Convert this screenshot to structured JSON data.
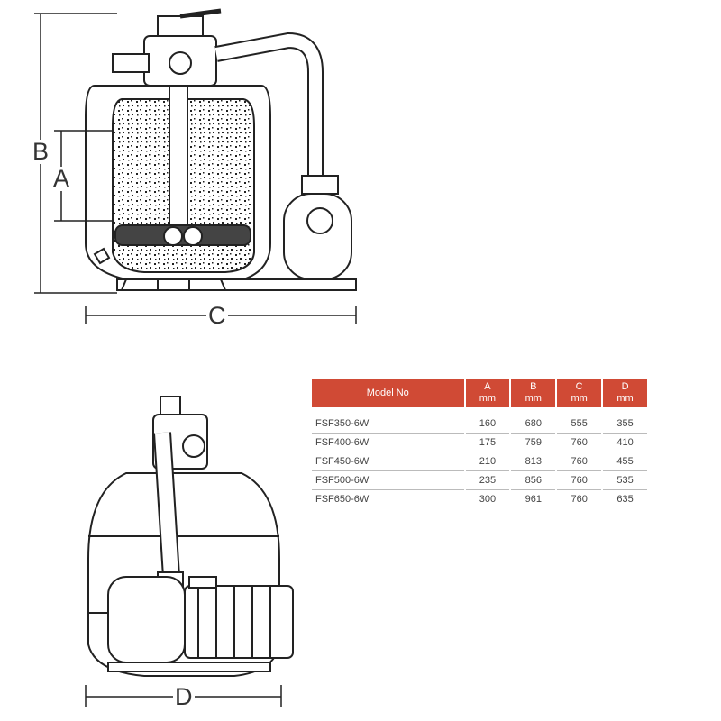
{
  "dimensions": {
    "a": "A",
    "b": "B",
    "c": "C",
    "d": "D"
  },
  "table": {
    "headers": [
      {
        "label": "Model No",
        "unit": ""
      },
      {
        "label": "A",
        "unit": "mm"
      },
      {
        "label": "B",
        "unit": "mm"
      },
      {
        "label": "C",
        "unit": "mm"
      },
      {
        "label": "D",
        "unit": "mm"
      }
    ],
    "rows": [
      [
        "FSF350-6W",
        "160",
        "680",
        "555",
        "355"
      ],
      [
        "FSF400-6W",
        "175",
        "759",
        "760",
        "410"
      ],
      [
        "FSF450-6W",
        "210",
        "813",
        "760",
        "455"
      ],
      [
        "FSF500-6W",
        "235",
        "856",
        "760",
        "535"
      ],
      [
        "FSF650-6W",
        "300",
        "961",
        "760",
        "635"
      ]
    ],
    "header_color": "#d04a35"
  }
}
